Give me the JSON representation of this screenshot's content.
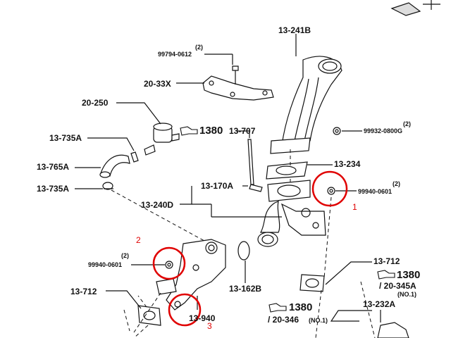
{
  "labels": {
    "p13_241b": "13-241B",
    "p20_33x": "20-33X",
    "p20_250": "20-250",
    "p13_735a_top": "13-735A",
    "p13_765a": "13-765A",
    "p13_735a_bot": "13-735A",
    "p13_707": "13-707",
    "p13_234": "13-234",
    "p13_170a": "13-170A",
    "p13_240d": "13-240D",
    "p13_712_right": "13-712",
    "p13_712_left": "13-712",
    "p13_162b": "13-162B",
    "p13_940": "13-940",
    "p13_232a": "13-232A",
    "p20_345a": "/ 20-345A",
    "p20_345a_no": "(NO.1)",
    "p20_346": "/ 20-346",
    "p20_346_no": "(NO.1)",
    "bolt_99794": "99794-0612",
    "bolt_99794_qty": "(2)",
    "nut_99932": "99932-0800G",
    "nut_99932_qty": "(2)",
    "nut_99940_right": "99940-0601",
    "nut_99940_right_qty": "(2)",
    "nut_99940_left": "99940-0601",
    "nut_99940_left_qty": "(2)",
    "ref_1380_a": "1380",
    "ref_1380_b": "1380",
    "ref_1380_c": "1380"
  },
  "markers": {
    "m1": "1",
    "m2": "2",
    "m3": "3"
  },
  "colors": {
    "line": "#111111",
    "marker": "#e00000"
  }
}
